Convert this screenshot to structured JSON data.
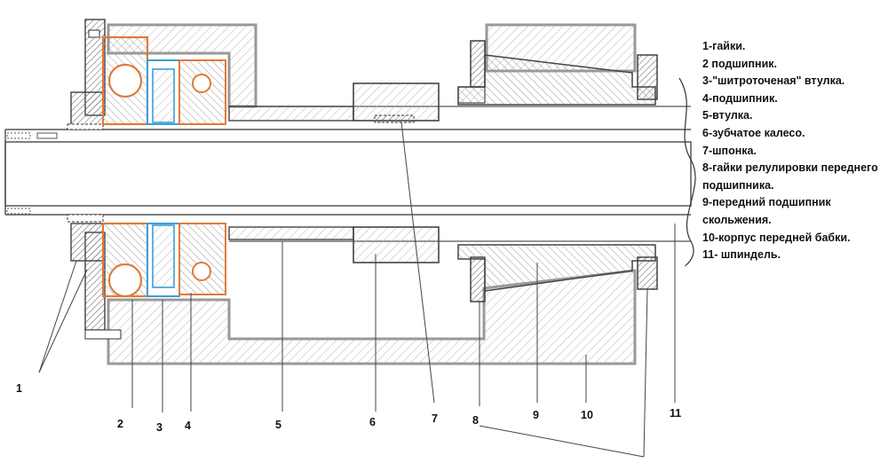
{
  "legend": {
    "items": [
      "1-гайки.",
      "2 подшипник.",
      "3-\"шитроточеная\" втулка.",
      "4-подшипник.",
      "5-втулка.",
      "6-зубчатое калесо.",
      "7-шпонка.",
      "8-гайки релулировки переднего подшипника.",
      "9-передний подшипник скольжения.",
      "10-корпус передней бабки.",
      "11- шпиндель."
    ]
  },
  "callouts": {
    "n1": "1",
    "n2": "2",
    "n3": "3",
    "n4": "4",
    "n5": "5",
    "n6": "6",
    "n7": "7",
    "n8": "8",
    "n9": "9",
    "n10": "10",
    "n11": "11"
  },
  "colors": {
    "outline": "#444444",
    "housing": "#999999",
    "bearing": "#e07b39",
    "bushing": "#3a9fd8"
  }
}
